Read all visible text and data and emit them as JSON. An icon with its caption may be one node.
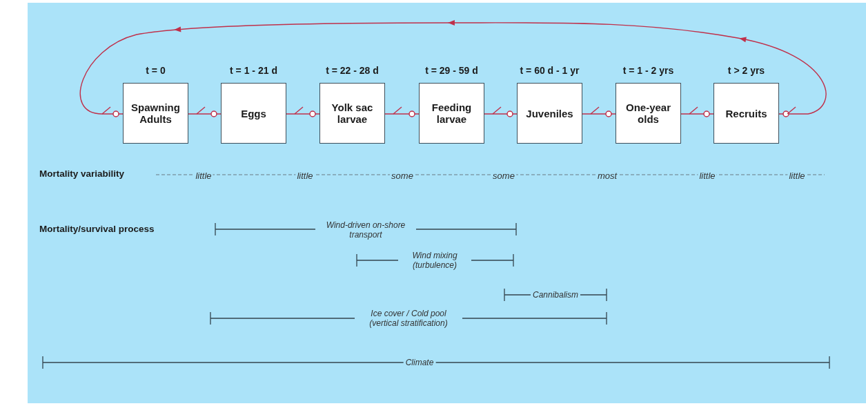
{
  "diagram": {
    "nodes": [
      {
        "text": [
          "Spawning Adults"
        ],
        "beside": [
          "t = 0"
        ]
      },
      {
        "text": [
          "Eggs"
        ],
        "beside": [
          "t = 1 - 21 d"
        ]
      },
      {
        "text": [
          "Yolk sac larvae"
        ],
        "beside": [
          "t = 22 - 28 d"
        ]
      },
      {
        "text": [
          "Feeding larvae"
        ],
        "beside": [
          "t = 29 - 59 d"
        ]
      },
      {
        "text": [
          "Juveniles"
        ],
        "beside": [
          "t = 60 d - 1 yr"
        ]
      },
      {
        "text": [
          "One-year olds"
        ],
        "beside": [
          "t = 1 - 2 yrs"
        ]
      },
      {
        "text": [
          "Recruits"
        ],
        "beside": [
          "t > 2 yrs"
        ]
      }
    ],
    "edges": [
      {
        "from": 0,
        "to": 1,
        "arrow": "other"
      },
      {
        "from": 1,
        "to": 2,
        "arrow": "other"
      },
      {
        "from": 2,
        "to": 3,
        "arrow": "other"
      },
      {
        "from": 3,
        "to": 4,
        "arrow": "other"
      },
      {
        "from": 4,
        "to": 5,
        "arrow": "other"
      },
      {
        "from": 5,
        "to": 6,
        "arrow": "other"
      },
      {
        "from": 6,
        "to": 0,
        "arrow": "to"
      }
    ],
    "labels": [
      "Mortality variability",
      "little",
      "little",
      "some",
      "some",
      "most",
      "little",
      "little",
      "Mortality/survival process",
      "Wind-driven on-shore transport",
      "Wind mixing (turbulence)",
      "Cannibalism",
      "Ice cover / Cold pool (vertical stratification)",
      "Climate"
    ]
  }
}
